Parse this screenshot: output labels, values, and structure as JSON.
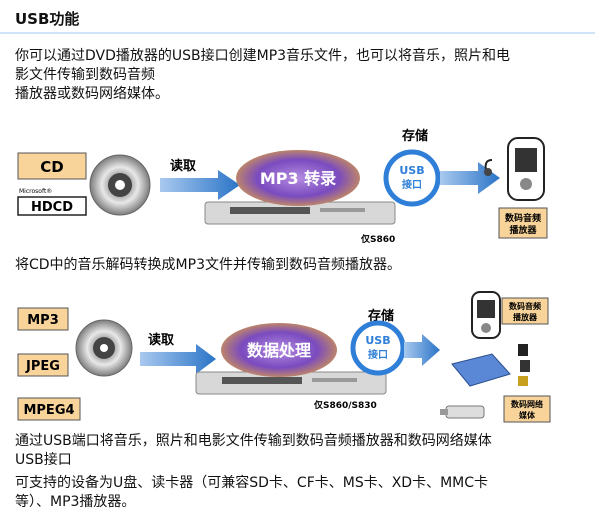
{
  "header": {
    "title": "USB功能"
  },
  "intro": {
    "line1": "你可以通过DVD播放器的USB接口创建MP3音乐文件，也可以将音乐，照片和电",
    "line2": "影文件传输到数码音频",
    "line3": "播放器或数码网络媒体。"
  },
  "diagram1": {
    "source_cd": "CD",
    "microsoft_label": "Microsoft®",
    "hdcd_label": "HDCD",
    "read_label": "读取",
    "process_label": "MP3 转录",
    "store_label": "存储",
    "usb_label": "USB",
    "usb_port_label": "接口",
    "device_model": "仅S860",
    "target_label_line1": "数码音频",
    "target_label_line2": "播放器"
  },
  "caption1": "将CD中的音乐解码转换成MP3文件并传输到数码音频播放器。",
  "diagram2": {
    "source_mp3": "MP3",
    "source_jpeg": "JPEG",
    "source_mpeg4": "MPEG4",
    "read_label": "读取",
    "process_label": "数据处理",
    "store_label": "存储",
    "usb_label": "USB",
    "usb_port_label": "接口",
    "device_model": "仅S860/S830",
    "target1_line1": "数码音频",
    "target1_line2": "播放器",
    "target2_line1": "数码网络",
    "target2_line2": "媒体"
  },
  "footer": {
    "line1": "通过USB端口将音乐，照片和电影文件传输到数码音频播放器和数码网络媒体",
    "line2": "USB接口",
    "line3": "可支持的设备为U盘、读卡器（可兼容SD卡、CF卡、MS卡、XD卡、MMC卡",
    "line4": "等）、MP3播放器。"
  },
  "colors": {
    "box_orange": "#f8d49a",
    "arrow_blue": "#2a74c7",
    "blob_purple": "#7a4bbf",
    "blob_gold": "#e3a63a",
    "usb_blue": "#2f7fd8"
  }
}
